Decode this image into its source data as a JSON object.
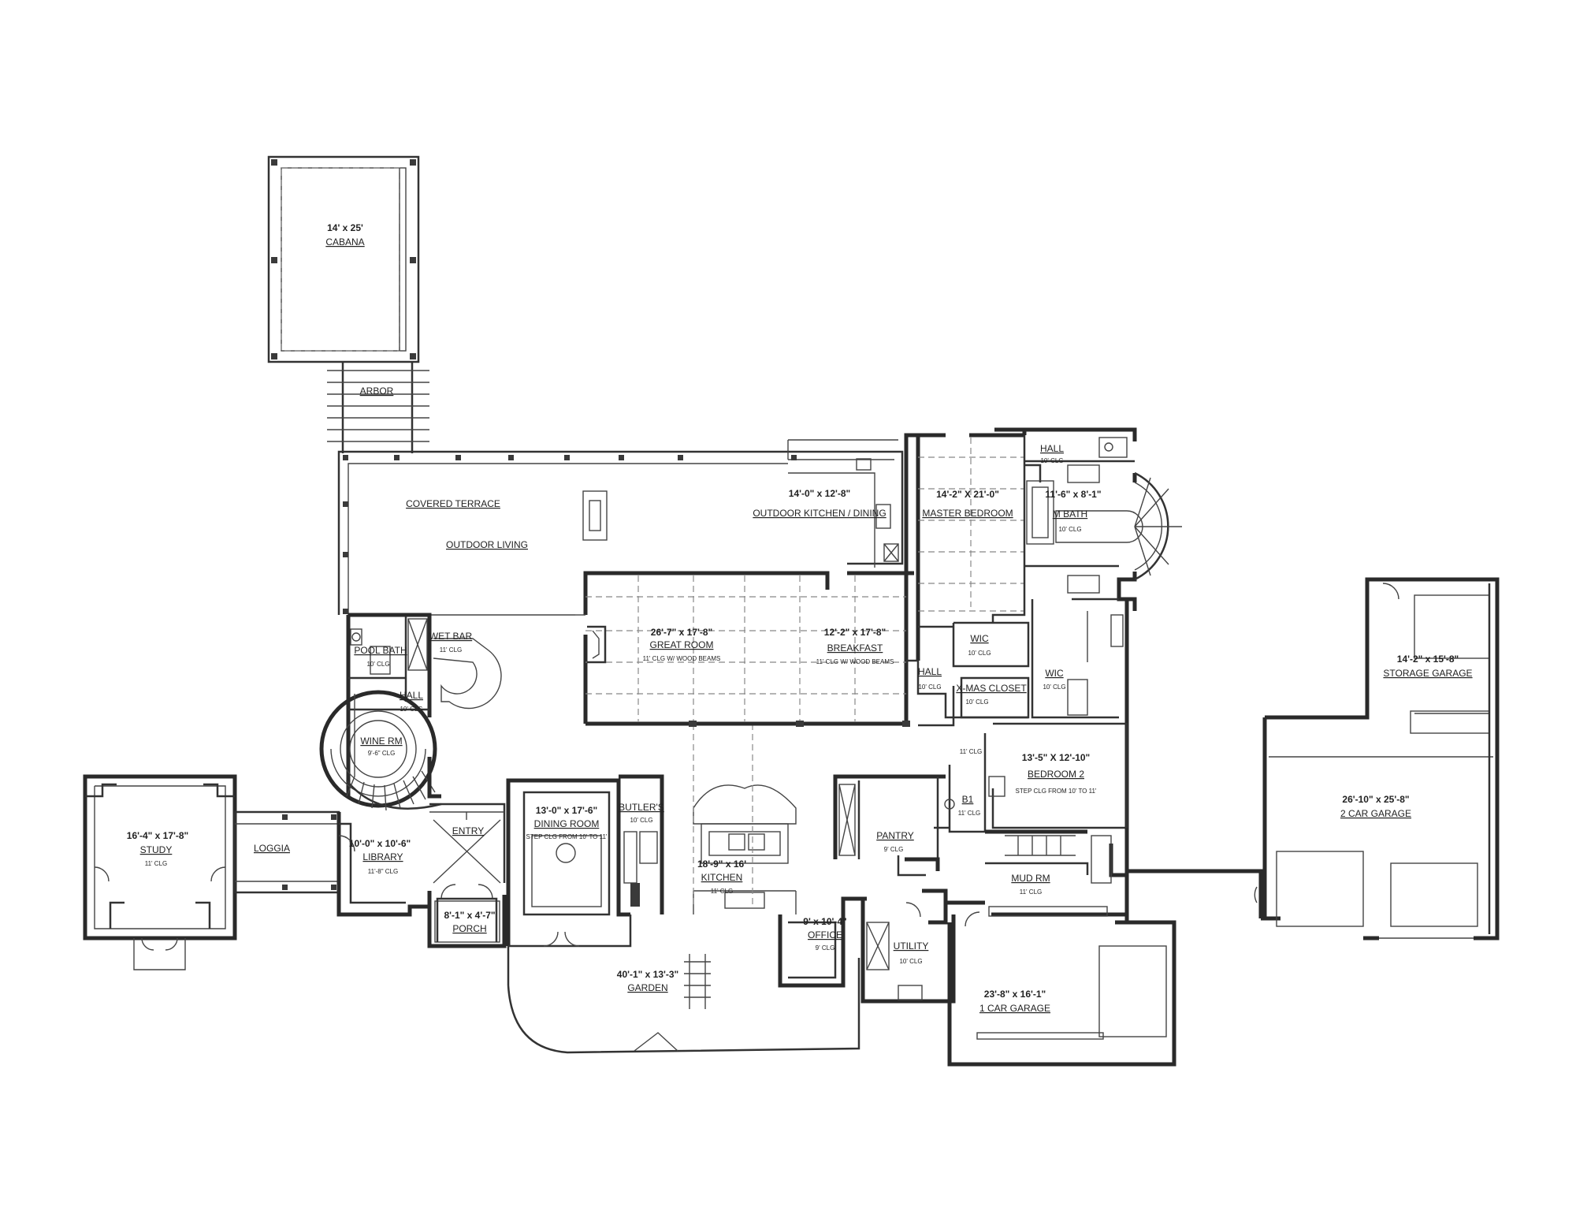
{
  "rooms": {
    "cabana": {
      "dim": "14' x 25'",
      "name": "CABANA"
    },
    "arbor": {
      "name": "ARBOR"
    },
    "covered_terrace": {
      "name": "COVERED TERRACE"
    },
    "outdoor_living": {
      "name": "OUTDOOR LIVING"
    },
    "outdoor_kitchen": {
      "dim": "14'-0\" x 12'-8\"",
      "name": "OUTDOOR KITCHEN / DINING"
    },
    "master_bedroom": {
      "dim": "14'-2\" X 21'-0\"",
      "name": "MASTER BEDROOM"
    },
    "hall_top": {
      "name": "HALL",
      "clg": "10' CLG"
    },
    "m_bath": {
      "dim": "11'-6\" x 8'-1\"",
      "name": "M BATH",
      "clg": "10' CLG"
    },
    "great_room": {
      "dim": "26'-7\" x 17'-8\"",
      "name": "GREAT ROOM",
      "clg": "11' CLG W/ WOOD BEAMS"
    },
    "breakfast": {
      "dim": "12'-2\" x 17'-8\"",
      "name": "BREAKFAST",
      "clg": "11' CLG W/ WOOD BEAMS"
    },
    "wic_1": {
      "name": "WIC",
      "clg": "10' CLG"
    },
    "wic_2": {
      "name": "WIC",
      "clg": "10' CLG"
    },
    "hall_mid": {
      "name": "HALL",
      "clg": "10' CLG"
    },
    "xmas_closet": {
      "name": "X-MAS CLOSET",
      "clg": "10' CLG"
    },
    "pool_bath": {
      "name": "POOL BATH",
      "clg": "10' CLG"
    },
    "wet_bar": {
      "name": "WET BAR",
      "clg": "11' CLG"
    },
    "hall_left": {
      "name": "HALL",
      "clg": "10' CLG"
    },
    "wine_rm": {
      "name": "WINE RM",
      "clg": "9'-6\" CLG"
    },
    "bedroom2": {
      "dim": "13'-5\" X 12'-10\"",
      "name": "BEDROOM 2",
      "clg": "STEP CLG FROM 10' TO 11'"
    },
    "storage_garage": {
      "dim": "14'-2\" x 15'-8\"",
      "name": "STORAGE GARAGE"
    },
    "car_garage_2": {
      "dim": "26'-10\" x 25'-8\"",
      "name": "2 CAR GARAGE"
    },
    "study": {
      "dim": "16'-4\" x 17'-8\"",
      "name": "STUDY",
      "clg": "11' CLG"
    },
    "loggia": {
      "name": "LOGGIA"
    },
    "library": {
      "dim": "10'-0\" x 10'-6\"",
      "name": "LIBRARY",
      "clg": "11'-8\" CLG"
    },
    "entry": {
      "name": "ENTRY"
    },
    "dining_room": {
      "dim": "13'-0\" x 17'-6\"",
      "name": "DINING ROOM",
      "clg": "STEP CLG FROM 10' TO 11'"
    },
    "butlers": {
      "name": "BUTLER'S",
      "clg": "10' CLG"
    },
    "kitchen": {
      "dim": "18'-9\" x 16'",
      "name": "KITCHEN",
      "clg": "11' CLG"
    },
    "pantry": {
      "name": "PANTRY",
      "clg": "9' CLG"
    },
    "b1": {
      "name": "B1",
      "clg": "11' CLG"
    },
    "clg_small": {
      "clg": "11' CLG"
    },
    "mud_rm": {
      "name": "MUD RM",
      "clg": "11' CLG"
    },
    "porch": {
      "dim": "8'-1\" x 4'-7\"",
      "name": "PORCH"
    },
    "garden": {
      "dim": "40'-1\" x 13'-3\"",
      "name": "GARDEN"
    },
    "office": {
      "dim": "9' x 10'-4\"",
      "name": "OFFICE",
      "clg": "9' CLG"
    },
    "utility": {
      "name": "UTILITY",
      "clg": "10' CLG"
    },
    "car_garage_1": {
      "dim": "23'-8\" x 16'-1\"",
      "name": "1 CAR GARAGE"
    }
  },
  "colors": {
    "wall": "#2a2a2a",
    "background": "#ffffff",
    "text": "#222222"
  }
}
